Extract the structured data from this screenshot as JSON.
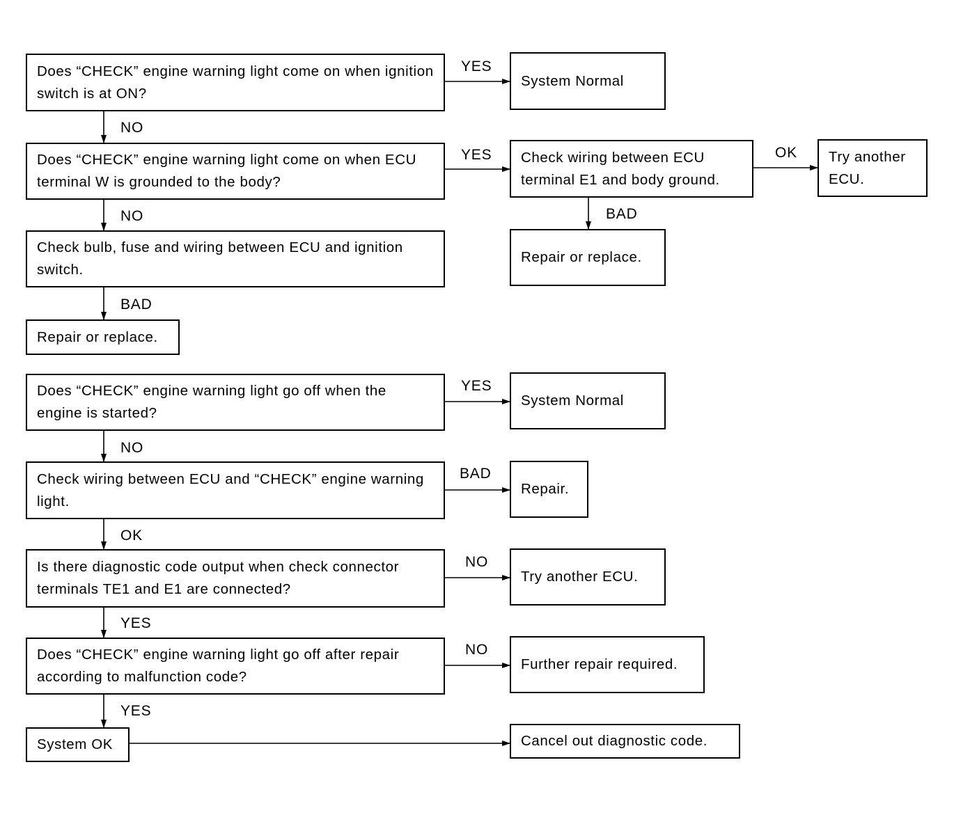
{
  "boxes": {
    "q1": "Does “CHECK” engine warning light come on when ignition switch is at ON?",
    "normal1": "System Normal",
    "q2": "Does “CHECK” engine warning light come on when ECU terminal W is grounded to the body?",
    "check_e1": "Check wiring between ECU terminal E1 and body ground.",
    "try_ecu1": "Try another ECU.",
    "repair_replace_right": "Repair or replace.",
    "check_bulb": "Check bulb, fuse and wiring between ECU and ignition switch.",
    "repair_replace_left": "Repair or replace.",
    "q3": "Does “CHECK” engine warning light go off when the engine is started?",
    "normal2": "System Normal",
    "check_wiring_light": "Check wiring between ECU and “CHECK” engine warning light.",
    "repair": "Repair.",
    "q4": "Is there diagnostic code output when check connector terminals TE1 and E1 are connected?",
    "try_ecu2": "Try another ECU.",
    "q5": "Does “CHECK” engine warning light go off after repair according to malfunction code?",
    "further_repair": "Further repair required.",
    "system_ok": "System OK",
    "cancel_code": "Cancel out diagnostic code."
  },
  "labels": {
    "q1_yes": "YES",
    "q1_no": "NO",
    "q2_yes": "YES",
    "q2_no": "NO",
    "e1_ok": "OK",
    "e1_bad": "BAD",
    "bulb_bad": "BAD",
    "q3_yes": "YES",
    "q3_no": "NO",
    "light_bad": "BAD",
    "light_ok": "OK",
    "q4_no": "NO",
    "q4_yes": "YES",
    "q5_no": "NO",
    "q5_yes": "YES"
  }
}
